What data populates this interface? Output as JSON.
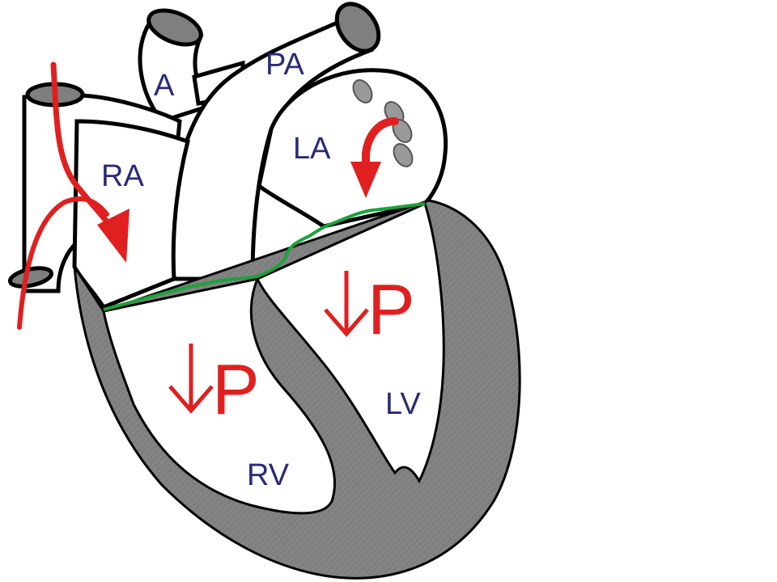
{
  "labels": {
    "aorta": "A",
    "pulmonary_artery": "PA",
    "right_atrium": "RA",
    "left_atrium": "LA",
    "right_ventricle": "RV",
    "left_ventricle": "LV"
  },
  "pressure_marks": {
    "right_ventricle": "P",
    "left_ventricle": "P"
  },
  "colors": {
    "outline": "#000000",
    "myocardium": "#7f7f7f",
    "chamber_fill": "#ffffff",
    "blood_flow": "#e02020",
    "valve_plane": "#1aa33a",
    "label": "#2a2a7a"
  }
}
